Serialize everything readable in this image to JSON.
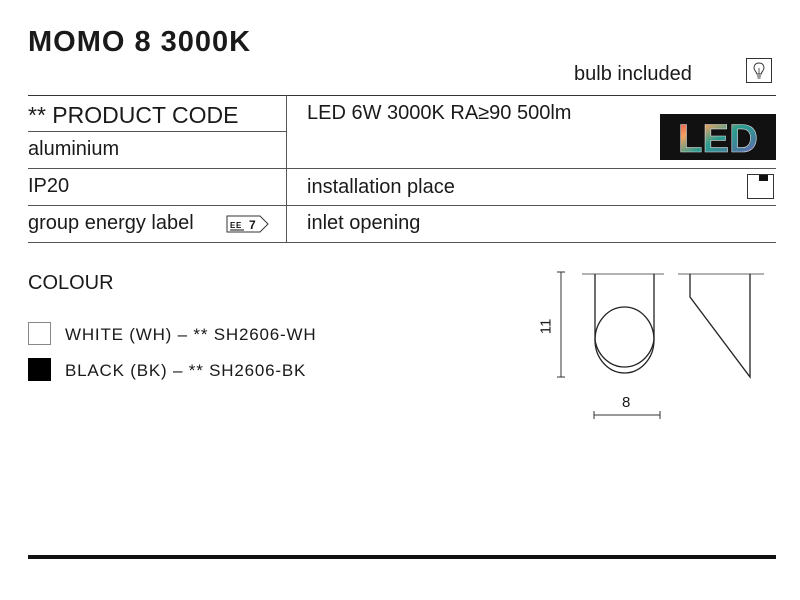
{
  "title": "MOMO 8 3000K",
  "bulb": {
    "label": "bulb included",
    "icon": "lightbulb-icon"
  },
  "specs": {
    "product_code_label": "** PRODUCT CODE",
    "material": "aluminium",
    "ip_rating": "IP20",
    "group_energy_label": "group energy label",
    "energy_class": "E",
    "energy_class_sub": "E",
    "energy_number": "7",
    "light_source": "LED 6W 3000K RA≥90 500lm",
    "led_badge": "LED",
    "installation_place": "installation place",
    "installation_icon": "ceiling-mount-icon",
    "inlet_opening": "inlet opening"
  },
  "colour": {
    "heading": "COLOUR",
    "variants": [
      {
        "label": "WHITE (WH) – ** SH2606-WH",
        "color": "#ffffff"
      },
      {
        "label": "BLACK (BK) – ** SH2606-BK",
        "color": "#000000"
      }
    ]
  },
  "dimensions": {
    "height": "11",
    "width": "8"
  },
  "colors": {
    "text": "#1a1a1a",
    "rule": "#111111",
    "led_bg": "#111111"
  }
}
